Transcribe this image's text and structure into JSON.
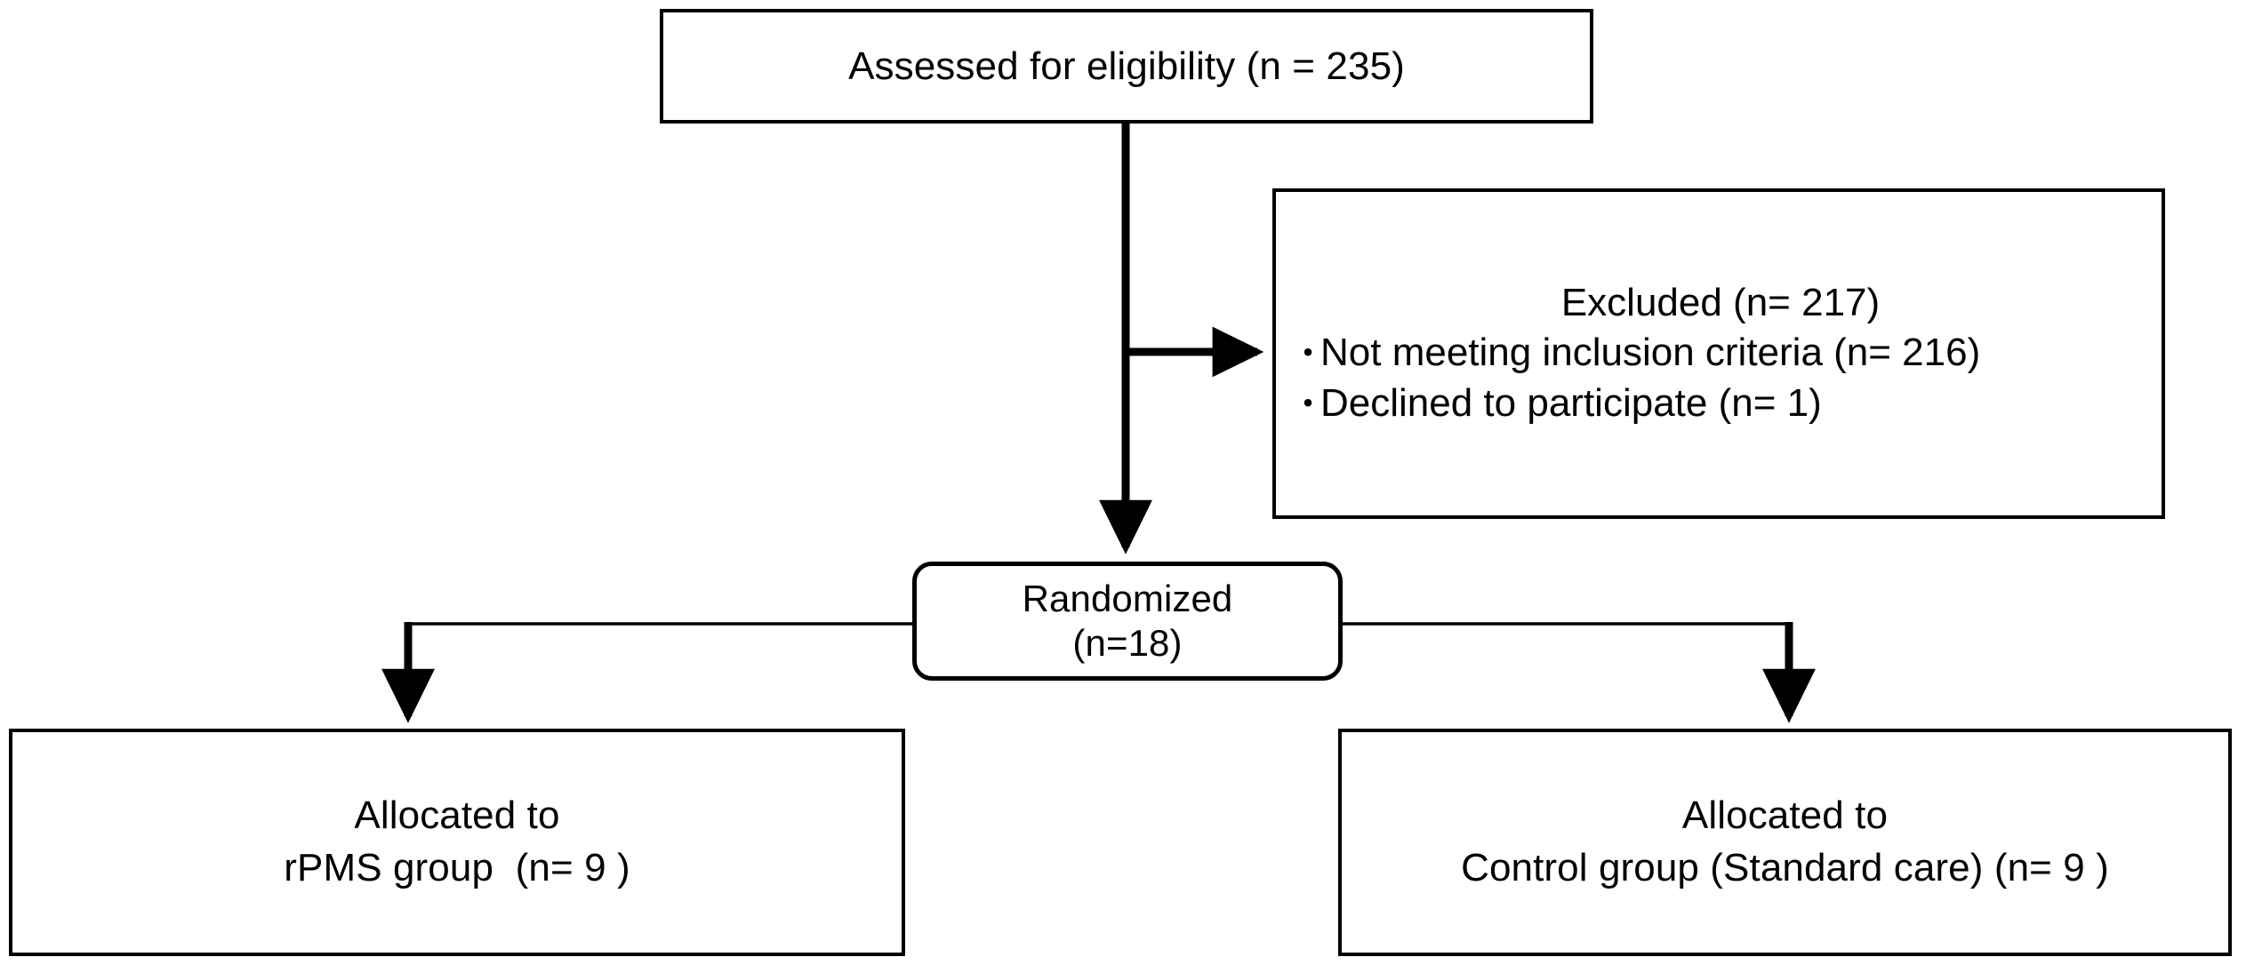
{
  "diagram": {
    "type": "consort-flow-diagram",
    "background_color": "#ffffff",
    "line_color": "#000000",
    "text_color": "#000000"
  },
  "nodes": {
    "assessed": {
      "label": "Assessed for eligibility (n = 235)"
    },
    "excluded": {
      "title": "Excluded (n= 217)",
      "bullet_glyph": "・",
      "items": [
        "Not meeting inclusion criteria (n= 216)",
        "Declined to participate (n= 1)"
      ]
    },
    "randomized": {
      "line1": "Randomized",
      "line2": "(n=18)"
    },
    "allocation_rpms": {
      "line1": "Allocated to",
      "line2": "rPMS group  (n= 9 )"
    },
    "allocation_control": {
      "line1": "Allocated to",
      "line2": "Control group (Standard care) (n= 9 )"
    }
  }
}
